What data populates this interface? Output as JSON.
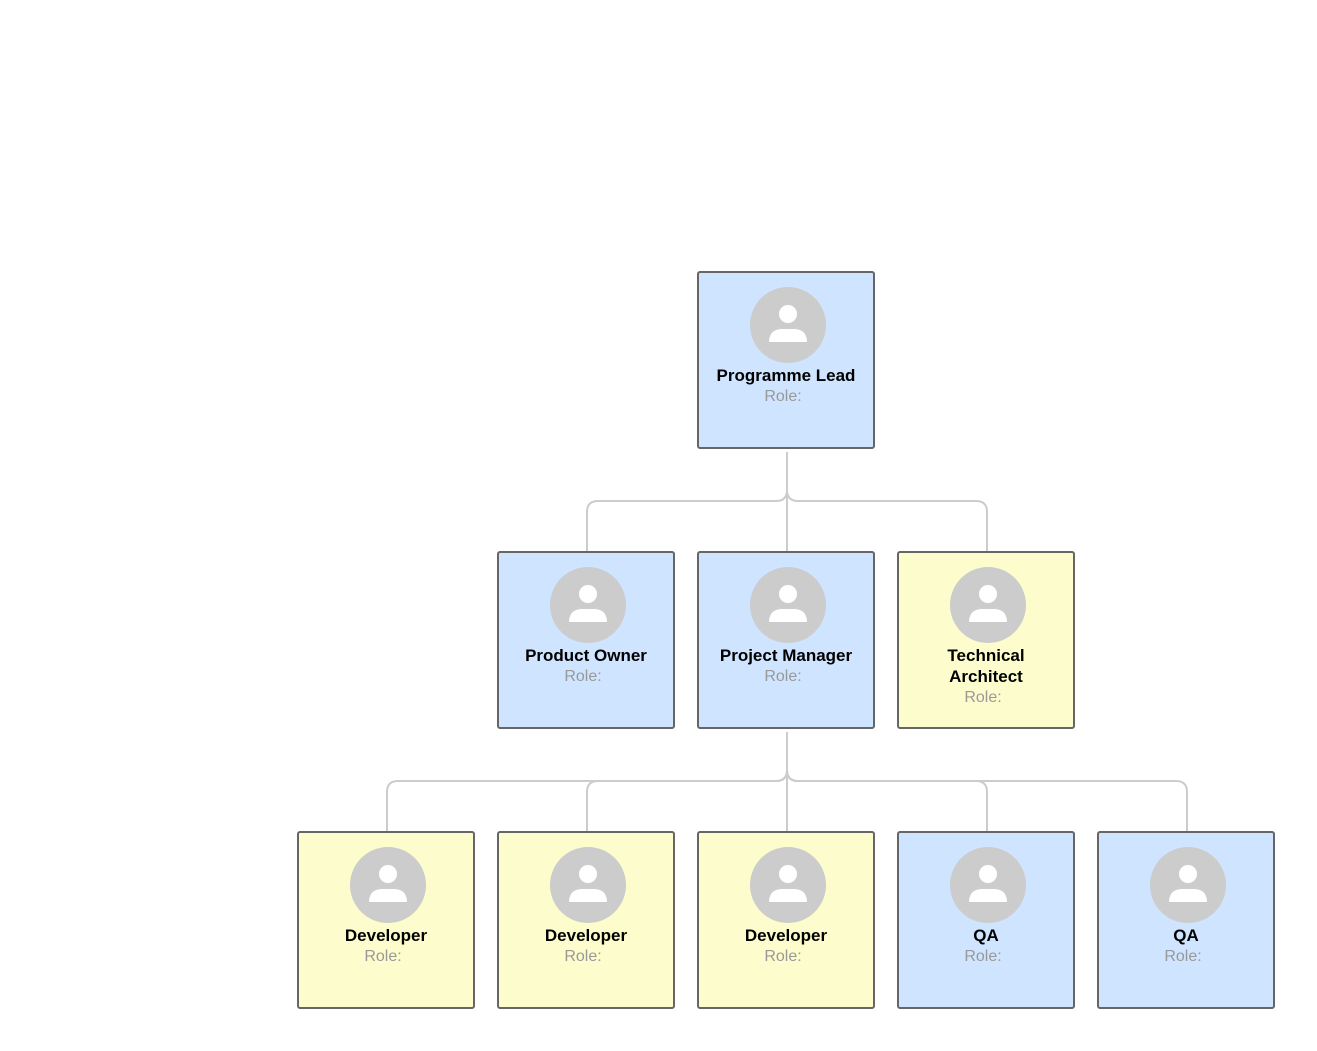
{
  "colors": {
    "blue_fill": "#cfe4ff",
    "yellow_fill": "#fcfccc",
    "border": "#666666",
    "connector": "#cccccc",
    "avatar": "#cccccc",
    "role_text": "#999999"
  },
  "nodes": [
    {
      "id": "programme-lead",
      "name": "Programme Lead",
      "role": "Role:",
      "color": "blue",
      "icon": "person-avatar-icon"
    },
    {
      "id": "product-owner",
      "name": "Product Owner",
      "role": "Role:",
      "color": "blue",
      "icon": "person-avatar-icon"
    },
    {
      "id": "project-manager",
      "name": "Project Manager",
      "role": "Role:",
      "color": "blue",
      "icon": "person-avatar-icon"
    },
    {
      "id": "technical-architect",
      "name": "Technical Architect",
      "role": "Role:",
      "color": "yellow",
      "icon": "person-avatar-icon"
    },
    {
      "id": "developer-1",
      "name": "Developer",
      "role": "Role:",
      "color": "yellow",
      "icon": "person-avatar-icon"
    },
    {
      "id": "developer-2",
      "name": "Developer",
      "role": "Role:",
      "color": "yellow",
      "icon": "person-avatar-icon"
    },
    {
      "id": "developer-3",
      "name": "Developer",
      "role": "Role:",
      "color": "yellow",
      "icon": "person-avatar-icon"
    },
    {
      "id": "qa-1",
      "name": "QA",
      "role": "Role:",
      "color": "blue",
      "icon": "person-avatar-icon"
    },
    {
      "id": "qa-2",
      "name": "QA",
      "role": "Role:",
      "color": "blue",
      "icon": "person-avatar-icon"
    }
  ],
  "edges": [
    {
      "from": "programme-lead",
      "to": "product-owner"
    },
    {
      "from": "programme-lead",
      "to": "project-manager"
    },
    {
      "from": "programme-lead",
      "to": "technical-architect"
    },
    {
      "from": "project-manager",
      "to": "developer-1"
    },
    {
      "from": "project-manager",
      "to": "developer-2"
    },
    {
      "from": "project-manager",
      "to": "developer-3"
    },
    {
      "from": "project-manager",
      "to": "qa-1"
    },
    {
      "from": "project-manager",
      "to": "qa-2"
    }
  ]
}
